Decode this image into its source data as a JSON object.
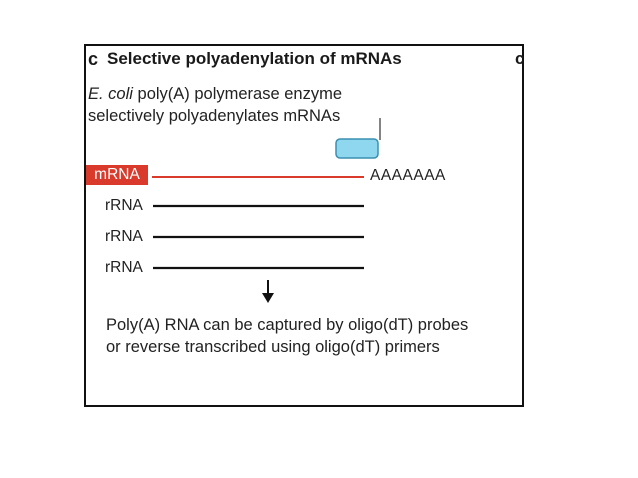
{
  "figure": {
    "panel_label": "c",
    "title": "Selective polyadenylation of mRNAs",
    "edge_glyph": "c",
    "description": {
      "organism": "E. coli",
      "line1_rest": " poly(A) polymerase enzyme",
      "line2": "selectively polyadenylates mRNAs"
    },
    "mrna": {
      "label": "mRNA",
      "tail": "AAAAAAA"
    },
    "rrnas": [
      "rRNA",
      "rRNA",
      "rRNA"
    ],
    "result": [
      "Poly(A) RNA can be captured by oligo(dT) probes",
      "or reverse transcribed using oligo(dT) primers"
    ],
    "colors": {
      "mrna": "#d93a2b",
      "enzyme_fill": "#8fd6ef",
      "enzyme_stroke": "#3a8fb0",
      "rrna_line": "#111111"
    }
  }
}
